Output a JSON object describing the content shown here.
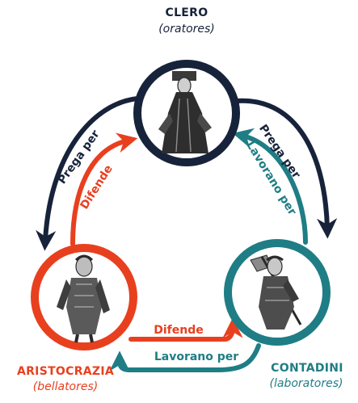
{
  "colors": {
    "clero": "#17233a",
    "aristocrazia": "#e8401f",
    "contadini": "#1f7d85"
  },
  "nodes": {
    "clero": {
      "title": "CLERO",
      "subtitle": "(oratores)",
      "icon": "clergyman-figure"
    },
    "aristocrazia": {
      "title": "ARISTOCRAZIA",
      "subtitle": "(bellatores)",
      "icon": "armored-knight-figure"
    },
    "contadini": {
      "title": "CONTADINI",
      "subtitle": "(laboratores)",
      "icon": "peasant-with-tool-figure"
    }
  },
  "edges": {
    "clero_to_aristocrazia": "Prega per",
    "clero_to_contadini": "Prega per",
    "aristocrazia_to_clero": "Difende",
    "contadini_to_clero": "Lavorano per",
    "aristocrazia_to_contadini": "Difende",
    "contadini_to_aristocrazia": "Lavorano per"
  }
}
